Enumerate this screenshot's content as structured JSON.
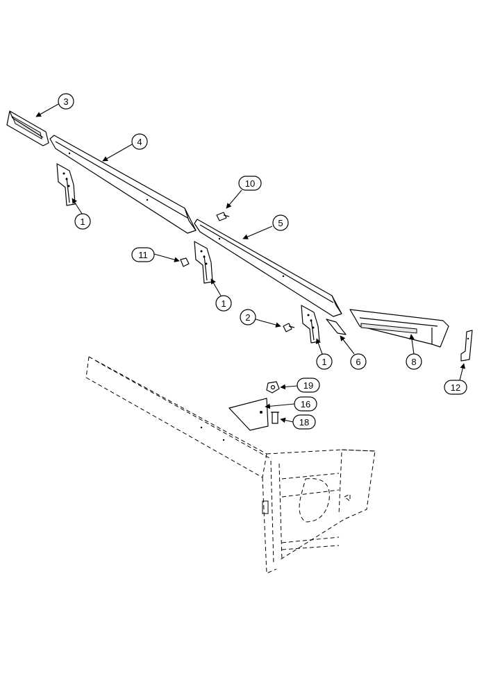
{
  "callouts": {
    "c1a": "1",
    "c1b": "1",
    "c1c": "1",
    "c2": "2",
    "c3": "3",
    "c4": "4",
    "c5": "5",
    "c6": "6",
    "c8": "8",
    "c10": "10",
    "c11": "11",
    "c12": "12",
    "c16": "16",
    "c18": "18",
    "c19": "19"
  }
}
